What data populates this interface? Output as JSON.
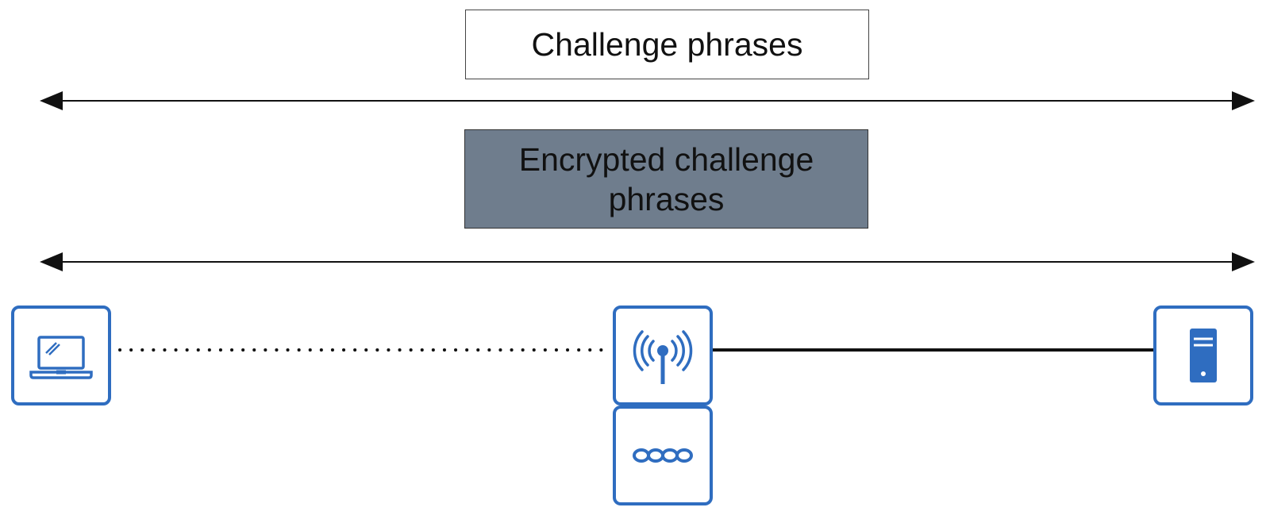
{
  "labels": {
    "challenge": "Challenge phrases",
    "encrypted_challenge": "Encrypted challenge phrases"
  },
  "nodes": {
    "client": "laptop-icon",
    "access_point": "wireless-antenna-icon",
    "controller": "link-chain-icon",
    "server": "server-tower-icon"
  },
  "links": {
    "client_to_access_point": "dotted",
    "access_point_to_server": "solid"
  },
  "arrows": {
    "challenge": "bidirectional",
    "encrypted_challenge": "bidirectional"
  },
  "colors": {
    "icon_blue": "#2f6dc0",
    "encrypted_box_fill": "#6f7d8d",
    "line": "#111111"
  }
}
